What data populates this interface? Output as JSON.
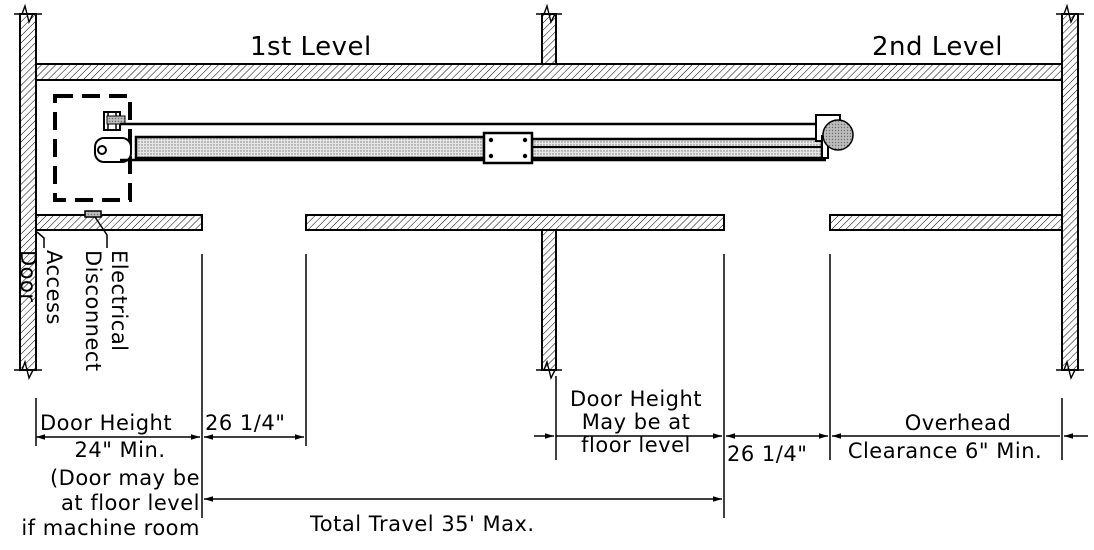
{
  "levels": {
    "first": "1st Level",
    "second": "2nd Level"
  },
  "callouts": {
    "access_door": "Access\nDoor",
    "electrical_disconnect": "Electrical\nDisconnect"
  },
  "dimensions": {
    "door_height_left": {
      "line1": "Door Height",
      "line2": "24\" Min."
    },
    "left_note": "(Door may be\nat floor level\nif machine room",
    "clearance_left": "26  1/4\"",
    "door_height_mid": "Door Height\nMay be at\nfloor level",
    "clearance_right": "26  1/4\"",
    "overhead": {
      "line1": "Overhead",
      "line2": "Clearance 6\" Min."
    },
    "total_travel": "Total Travel 35' Max."
  }
}
